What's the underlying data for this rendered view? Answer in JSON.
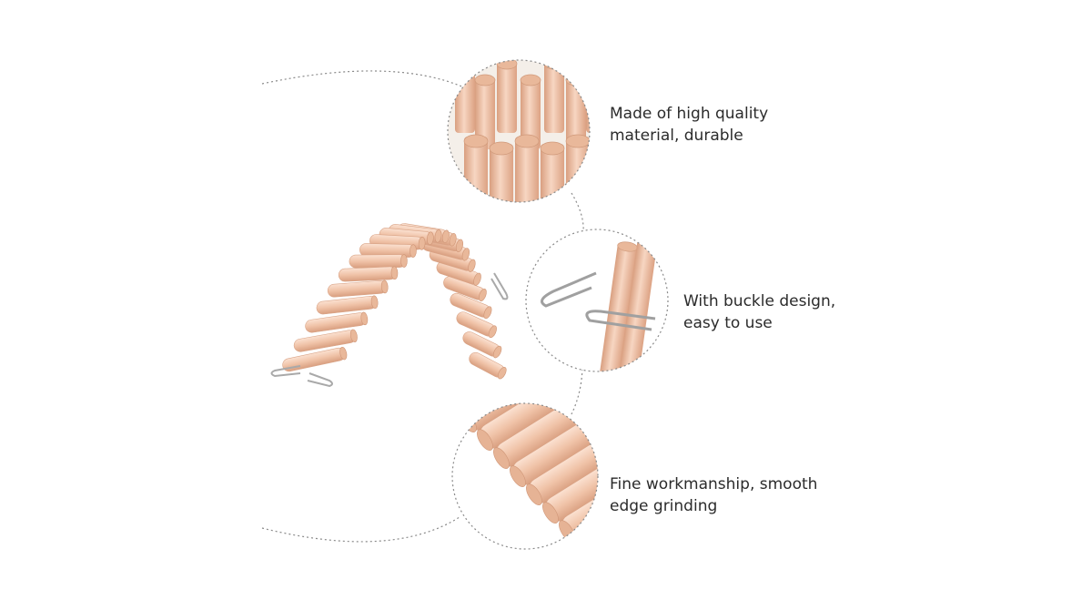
{
  "features": [
    {
      "line1": "Made of high quality",
      "line2": "material, durable"
    },
    {
      "line1": "With buckle design,",
      "line2": "easy to use"
    },
    {
      "line1": "Fine workmanship, smooth",
      "line2": "edge grinding"
    }
  ],
  "colors": {
    "wood_light": "#f6d2bd",
    "wood_mid": "#edbb9f",
    "wood_dark": "#d99f80",
    "wood_end": "#e9b89a",
    "metal": "#b8b8b8",
    "dotted_line": "#8a8a8a",
    "text": "#2b2b2b"
  }
}
